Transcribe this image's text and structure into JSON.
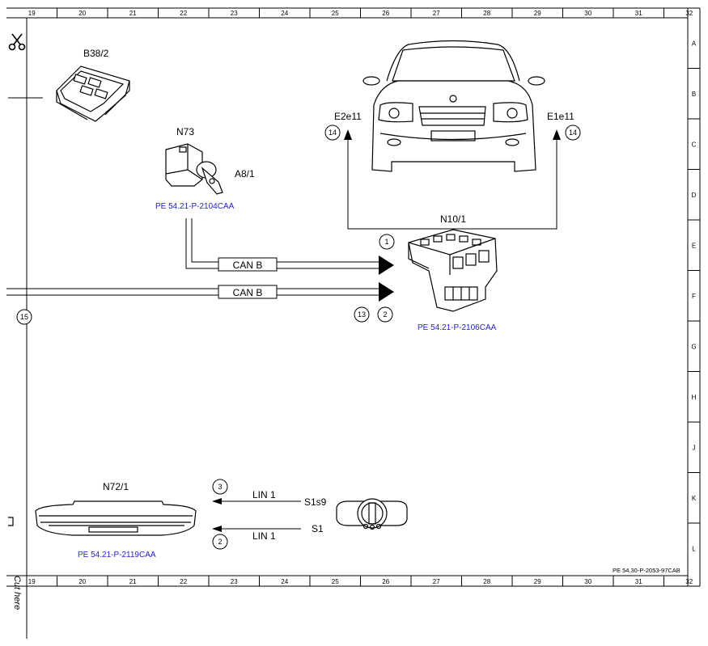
{
  "grid": {
    "columns": [
      "19",
      "20",
      "21",
      "22",
      "23",
      "24",
      "25",
      "26",
      "27",
      "28",
      "29",
      "30",
      "31",
      "32"
    ],
    "rows": [
      "A",
      "B",
      "C",
      "D",
      "E",
      "F",
      "G",
      "H",
      "J",
      "K",
      "L"
    ]
  },
  "components": {
    "b38_2": "B38/2",
    "n73": "N73",
    "a8_1": "A8/1",
    "n73_ref": "PE 54.21-P-2104CAA",
    "n10_1": "N10/1",
    "n10_1_ref": "PE 54.21-P-2106CAA",
    "e2e11": "E2e11",
    "e1e11": "E1e11",
    "n72_1": "N72/1",
    "n72_1_ref": "PE 54.21-P-2119CAA",
    "s1s9": "S1s9",
    "s1": "S1"
  },
  "buses": {
    "can_b_top": "CAN B",
    "can_b_bottom": "CAN B",
    "lin_top": "LIN 1",
    "lin_bottom": "LIN 1"
  },
  "markers": {
    "e2e11_num": "14",
    "e1e11_num": "14",
    "n10_pin_top": "1",
    "n10_pin_13": "13",
    "n10_pin_2": "2",
    "left_15": "15",
    "lin_pin_3": "3",
    "lin_pin_2": "2"
  },
  "footer": {
    "doc_ref": "PE 54.30-P-2053-97CAB",
    "cut_here": "Cut here"
  }
}
